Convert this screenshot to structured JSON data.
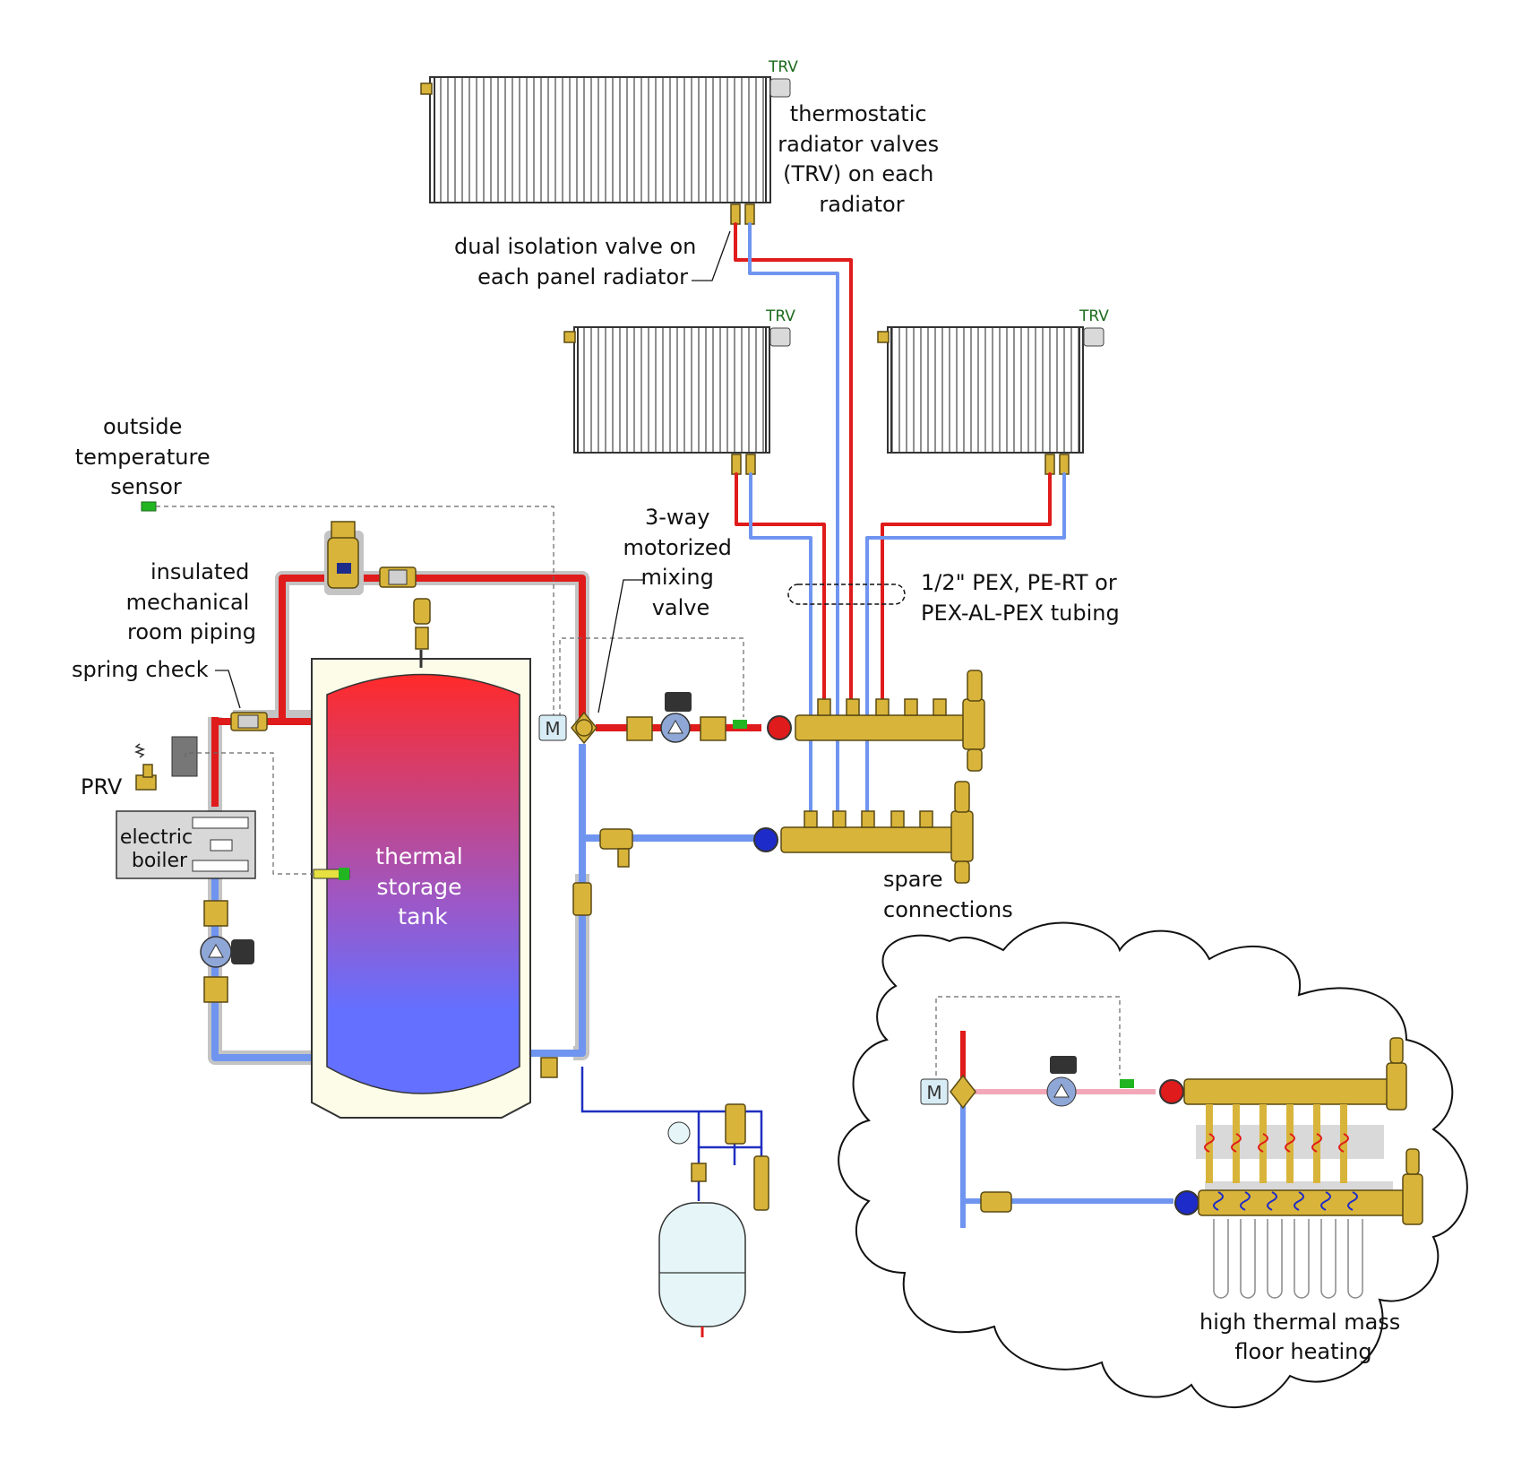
{
  "labels": {
    "trv": "TRV",
    "trv_note": [
      "thermostatic",
      "radiator valves",
      "(TRV) on each",
      "radiator"
    ],
    "isolation_valve": [
      "dual isolation valve on",
      "each panel radiator"
    ],
    "outdoor_sensor": [
      "outside",
      "temperature",
      "sensor"
    ],
    "insulated_piping": [
      "insulated",
      "mechanical",
      "room piping"
    ],
    "spring_check": "spring check",
    "prv": "PRV",
    "boiler": [
      "electric",
      "boiler"
    ],
    "tank": [
      "thermal",
      "storage",
      "tank"
    ],
    "mixing_valve": [
      "3-way",
      "motorized",
      "mixing",
      "valve"
    ],
    "tubing": [
      "1/2\" PEX, PE-RT or",
      "PEX-AL-PEX tubing"
    ],
    "spare": [
      "spare",
      "connections"
    ],
    "floor": [
      "high thermal mass",
      "floor heating"
    ],
    "motor": "M"
  },
  "colors": {
    "supply": "#e01b1b",
    "return": "#6f95f0",
    "insulation": "#c4c4c4",
    "brass": "#d8b43a",
    "tank_top": "#ff2a2a",
    "tank_bottom": "#6470ff",
    "sensor": "#22b522",
    "expansion_tank": "#e6f6f8",
    "motor_box": "#d8ecf5",
    "cold_water": "#1f2fc0"
  }
}
